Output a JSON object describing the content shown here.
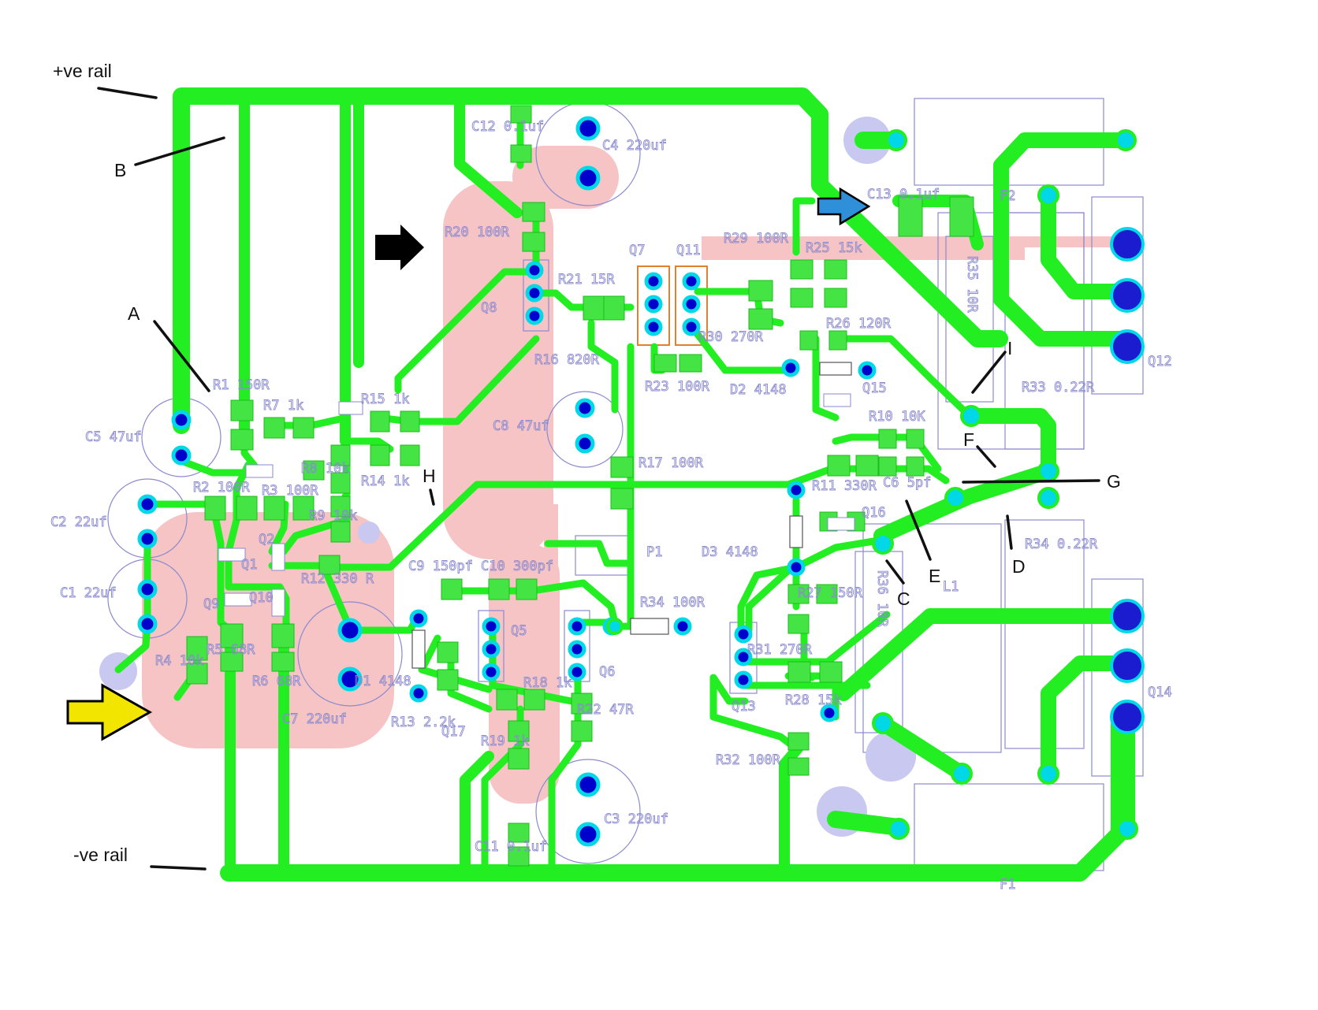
{
  "annotations": {
    "pos_rail": "+ve rail",
    "neg_rail": "-ve rail",
    "points": [
      "A",
      "B",
      "C",
      "D",
      "E",
      "F",
      "G",
      "H",
      "I"
    ]
  },
  "components": [
    "C12 0.1uf",
    "C4 220uf",
    "C13 0.1uf",
    "R20 100R",
    "R29 100R",
    "R25 15k",
    "Q7",
    "Q11",
    "R21 15R",
    "Q8",
    "R26 120R",
    "R30 270R",
    "R35 10R",
    "R33 0.22R",
    "Q12",
    "R16 820R",
    "R23 100R",
    "D2 4148",
    "Q15",
    "R1 150R",
    "R7 1k",
    "R15 1k",
    "R10 10K",
    "C5 47uf",
    "C8 47uf",
    "R14 1k",
    "R8 10k",
    "R17 100R",
    "R11 330R",
    "C6 5pf",
    "R2 100R",
    "R3 100R",
    "C2 22uf",
    "R9 10k",
    "Q16",
    "Q2",
    "Q1",
    "P1",
    "D3 4148",
    "R34 0.22R",
    "R12 330 R",
    "C9 150pf",
    "C10 300pf",
    "L1",
    "C1 22uf",
    "Q9",
    "Q10",
    "R27 150R",
    "R36 10R",
    "R34 100R",
    "Q5",
    "Q6",
    "R31 270R",
    "R4 10k",
    "R5 68R",
    "R6 68R",
    "D1 4148",
    "R18 1k",
    "Q13",
    "Q14",
    "R28 15k",
    "R13 2.2k",
    "R22 47R",
    "C7 220uf",
    "Q17",
    "R19 1k",
    "R32 100R",
    "C3 220uf",
    "C11 0.1uf",
    "F1",
    "F2"
  ],
  "colors": {
    "copper": "#22ee22",
    "pad": "#0000cc",
    "via": "#00d8e8",
    "silk": "#8a8ad0",
    "heatsink_pad": "#f6c4c4",
    "arrow_black": "#000000",
    "arrow_blue": "#2f8fd8",
    "arrow_yellow": "#f2e600"
  }
}
